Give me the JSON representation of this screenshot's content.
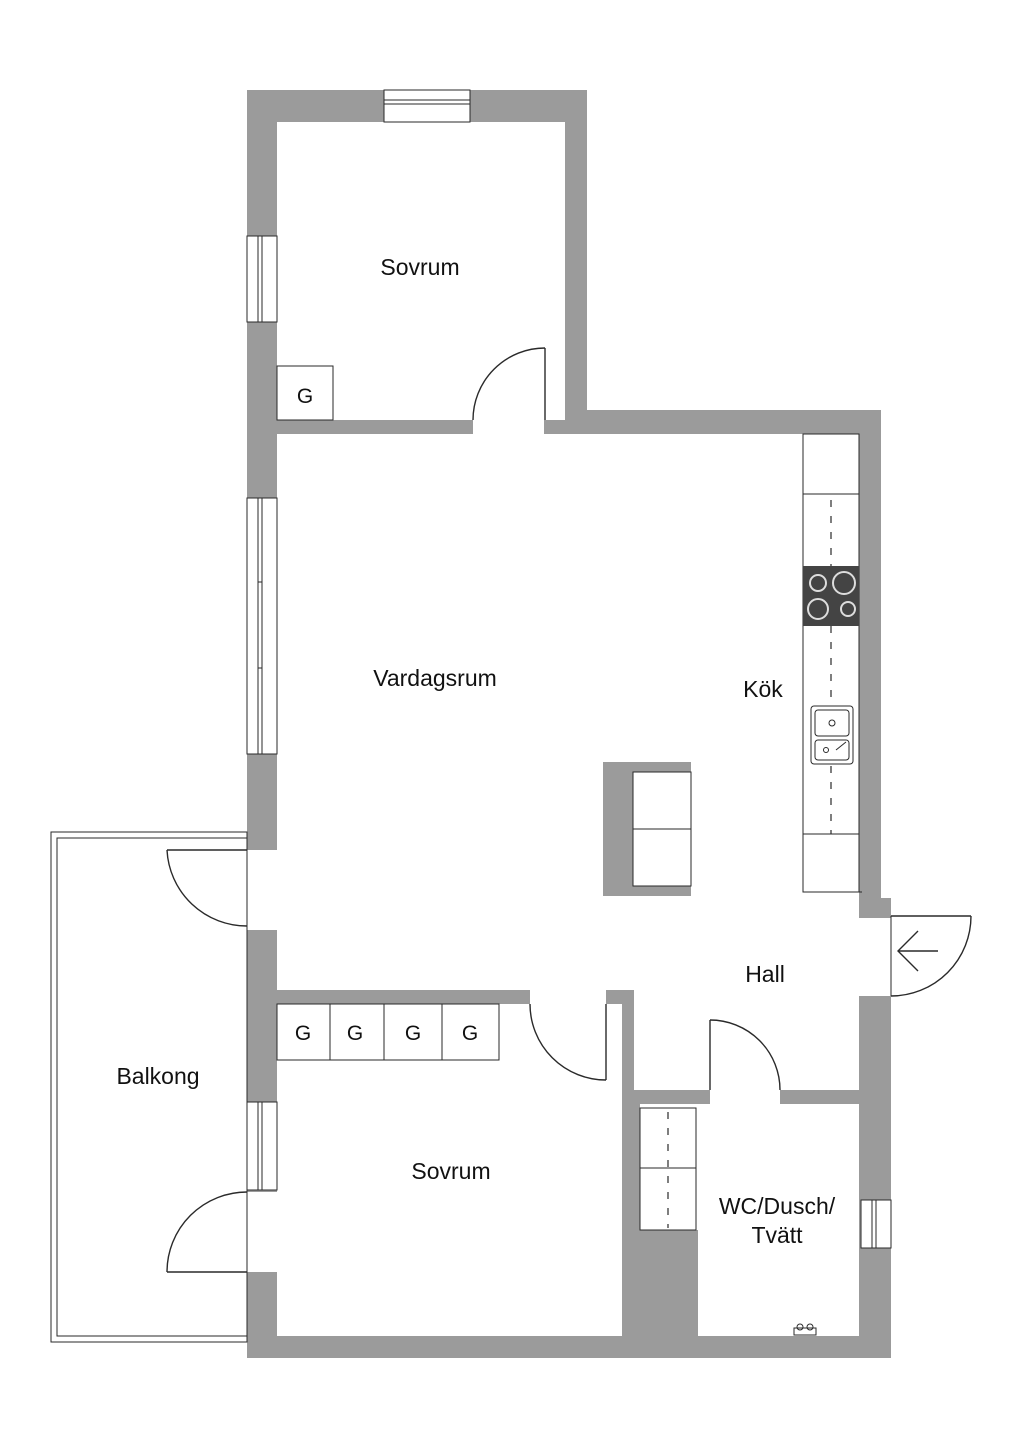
{
  "rooms": {
    "bedroom_top": "Sovrum",
    "living": "Vardagsrum",
    "kitchen": "Kök",
    "hall": "Hall",
    "balcony": "Balkong",
    "bedroom_bottom": "Sovrum",
    "bathroom_line1": "WC/Dusch/",
    "bathroom_line2": "Tvätt"
  },
  "wardrobes": {
    "top_bedroom": "G",
    "bottom_bedroom": [
      "G",
      "G",
      "G",
      "G"
    ]
  },
  "colors": {
    "wall": "#9b9b9b",
    "stove": "#444444",
    "line": "#2a2a2a"
  },
  "icons": [
    "entrance-arrow-icon",
    "sink-icon",
    "stove-icon",
    "toilet-icon"
  ]
}
